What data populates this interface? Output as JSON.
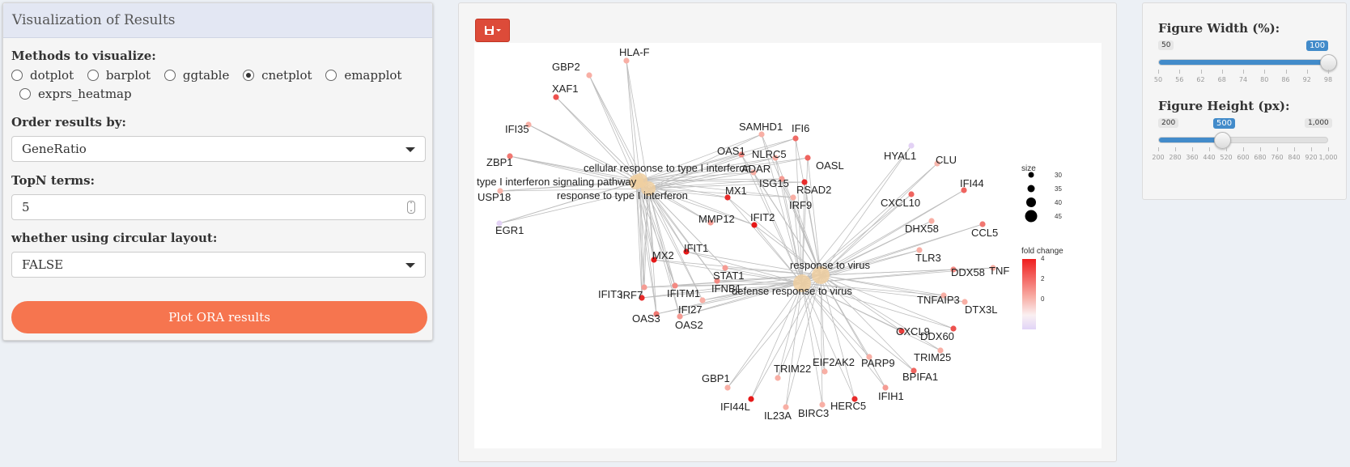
{
  "left": {
    "title": "Visualization of Results",
    "methods_label": "Methods to visualize:",
    "methods": [
      {
        "label": "dotplot",
        "checked": false
      },
      {
        "label": "barplot",
        "checked": false
      },
      {
        "label": "ggtable",
        "checked": false
      },
      {
        "label": "cnetplot",
        "checked": true
      },
      {
        "label": "emapplot",
        "checked": false
      },
      {
        "label": "exprs_heatmap",
        "checked": false
      }
    ],
    "order_label": "Order results by:",
    "order_value": "GeneRatio",
    "topn_label": "TopN terms:",
    "topn_value": "5",
    "circular_label": "whether using circular layout:",
    "circular_value": "FALSE",
    "plot_button": "Plot ORA results"
  },
  "middle": {
    "save_icon": "floppy-disk-icon",
    "save_color": "#dd4b39"
  },
  "right": {
    "width_label": "Figure Width (%):",
    "width_min": "50",
    "width_max_val": "100",
    "width_fraction": 1.0,
    "width_ticks": [
      "50",
      "56",
      "62",
      "68",
      "74",
      "80",
      "86",
      "92",
      "98"
    ],
    "height_label": "Figure Height (px):",
    "height_min": "200",
    "height_value": "500",
    "height_max": "1,000",
    "height_fraction": 0.375,
    "height_ticks": [
      "200",
      "280",
      "360",
      "440",
      "520",
      "600",
      "680",
      "760",
      "840",
      "920",
      "1,000"
    ]
  },
  "cnet": {
    "legend_size_title": "size",
    "legend_sizes": [
      "30",
      "35",
      "40",
      "45"
    ],
    "legend_color_title": "fold change",
    "legend_color_ticks": [
      "4",
      "2",
      "0"
    ],
    "terms": [
      "cellular response to type I interferon",
      "type I interferon signaling pathway",
      "response to type I interferon",
      "response to virus",
      "defense response to virus"
    ],
    "genes": [
      {
        "label": "HLA-F",
        "fc": 1.0
      },
      {
        "label": "GBP2",
        "fc": 1.0
      },
      {
        "label": "XAF1",
        "fc": 3.5
      },
      {
        "label": "IFI35",
        "fc": 1.0
      },
      {
        "label": "ZBP1",
        "fc": 2.5
      },
      {
        "label": "USP18",
        "fc": 0.8
      },
      {
        "label": "EGR1",
        "fc": -0.8
      },
      {
        "label": "SAMHD1",
        "fc": 1.0
      },
      {
        "label": "IFI6",
        "fc": 2.8
      },
      {
        "label": "OAS1",
        "fc": 2.0
      },
      {
        "label": "NLRC5",
        "fc": 1.0
      },
      {
        "label": "ADAR",
        "fc": 1.0
      },
      {
        "label": "OASL",
        "fc": 3.0
      },
      {
        "label": "ISG15",
        "fc": 1.5
      },
      {
        "label": "RSAD2",
        "fc": 4.5
      },
      {
        "label": "MX1",
        "fc": 4.5
      },
      {
        "label": "IRF9",
        "fc": 1.0
      },
      {
        "label": "MMP12",
        "fc": 1.5
      },
      {
        "label": "IFIT2",
        "fc": 5.0
      },
      {
        "label": "HYAL1",
        "fc": -0.8
      },
      {
        "label": "CLU",
        "fc": 0.8
      },
      {
        "label": "IFI44",
        "fc": 3.0
      },
      {
        "label": "CXCL10",
        "fc": 3.0
      },
      {
        "label": "DHX58",
        "fc": 1.0
      },
      {
        "label": "CCL5",
        "fc": 2.5
      },
      {
        "label": "TLR3",
        "fc": 1.0
      },
      {
        "label": "DDX58",
        "fc": 2.0
      },
      {
        "label": "TNF",
        "fc": 1.0
      },
      {
        "label": "MX2",
        "fc": 5.0
      },
      {
        "label": "IFIT1",
        "fc": 5.0
      },
      {
        "label": "STAT1",
        "fc": 1.5
      },
      {
        "label": "IFITM1",
        "fc": 2.0
      },
      {
        "label": "IFNB1",
        "fc": 2.0
      },
      {
        "label": "IRF7",
        "fc": 1.5
      },
      {
        "label": "IFIT3",
        "fc": 4.5
      },
      {
        "label": "OAS3",
        "fc": 2.5
      },
      {
        "label": "IFI27",
        "fc": 1.0
      },
      {
        "label": "OAS2",
        "fc": 1.5
      },
      {
        "label": "TNFAIP3",
        "fc": 1.0
      },
      {
        "label": "DTX3L",
        "fc": 1.0
      },
      {
        "label": "CXCL9",
        "fc": 4.0
      },
      {
        "label": "DDX60",
        "fc": 3.5
      },
      {
        "label": "TRIM25",
        "fc": 1.0
      },
      {
        "label": "PARP9",
        "fc": 1.0
      },
      {
        "label": "BPIFA1",
        "fc": 3.0
      },
      {
        "label": "EIF2AK2",
        "fc": 1.0
      },
      {
        "label": "IFIH1",
        "fc": 1.5
      },
      {
        "label": "GBP1",
        "fc": 1.0
      },
      {
        "label": "TRIM22",
        "fc": 1.0
      },
      {
        "label": "IFI44L",
        "fc": 5.0
      },
      {
        "label": "IL23A",
        "fc": 1.0
      },
      {
        "label": "BIRC3",
        "fc": 1.0
      },
      {
        "label": "HERC5",
        "fc": 4.5
      }
    ]
  }
}
